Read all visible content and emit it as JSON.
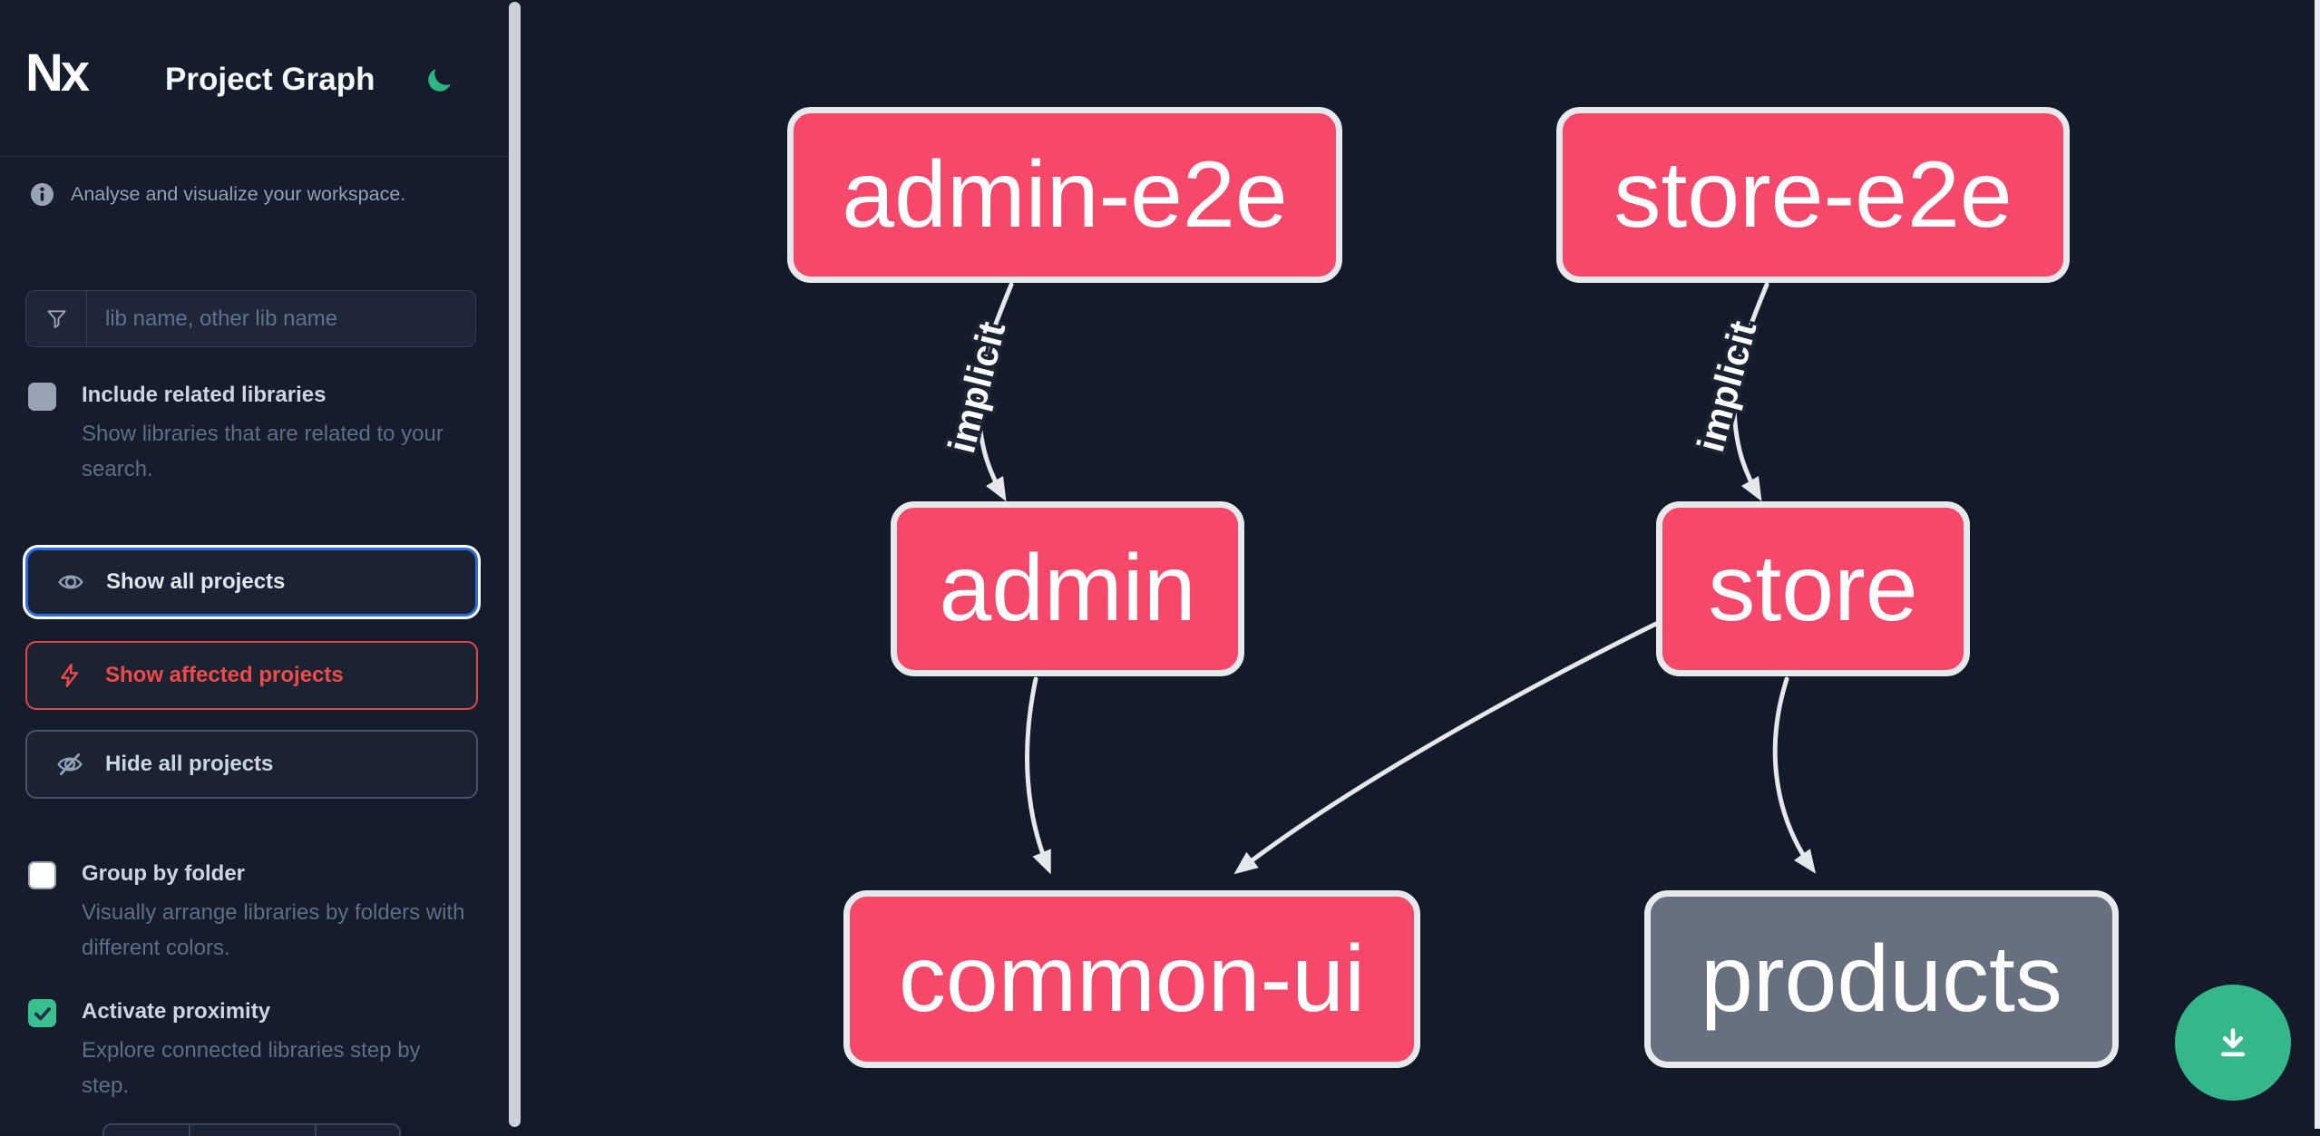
{
  "header": {
    "logo_text": "Nx",
    "title": "Project Graph",
    "theme_icon": "moon-icon"
  },
  "sidebar": {
    "info_text": "Analyse and visualize your workspace.",
    "search": {
      "placeholder": "lib name, other lib name",
      "value": ""
    },
    "toggles": [
      {
        "label": "Include related libraries",
        "description": "Show libraries that are related to your search.",
        "checked": false
      },
      {
        "label": "Group by folder",
        "description": "Visually arrange libraries by folders with different colors.",
        "checked": false
      },
      {
        "label": "Activate proximity",
        "description": "Explore connected libraries step by step.",
        "checked": true
      }
    ],
    "buttons": [
      {
        "label": "Show all projects",
        "icon": "eye-icon",
        "variant": "focused-blue"
      },
      {
        "label": "Show affected projects",
        "icon": "bolt-icon",
        "variant": "red"
      },
      {
        "label": "Hide all projects",
        "icon": "eye-off-icon",
        "variant": "neutral"
      }
    ]
  },
  "graph": {
    "nodes": [
      {
        "label": "admin-e2e",
        "color": "#f5486a"
      },
      {
        "label": "store-e2e",
        "color": "#f5486a"
      },
      {
        "label": "admin",
        "color": "#f5486a"
      },
      {
        "label": "store",
        "color": "#f5486a"
      },
      {
        "label": "common-ui",
        "color": "#f5486a"
      },
      {
        "label": "products",
        "color": "#67707e"
      }
    ],
    "edges": [
      {
        "from": "admin-e2e",
        "to": "admin",
        "label": "implicit"
      },
      {
        "from": "store-e2e",
        "to": "store",
        "label": "implicit"
      },
      {
        "from": "admin",
        "to": "common-ui",
        "label": ""
      },
      {
        "from": "store",
        "to": "common-ui",
        "label": ""
      },
      {
        "from": "store",
        "to": "products",
        "label": ""
      }
    ]
  },
  "fab": {
    "icon": "download-icon"
  },
  "colors": {
    "sidebar_bg": "#151c2c",
    "canvas_bg": "#131a29",
    "node_pink": "#f5486a",
    "node_gray": "#67707e",
    "node_border": "#e7e9ec",
    "edge": "#e5e7eb",
    "focus_blue": "#2d6be0",
    "affected_red": "#ef4a4a",
    "fab_green": "#36b78b",
    "moon_green": "#2fb584",
    "checkbox_green": "#38c18f"
  }
}
